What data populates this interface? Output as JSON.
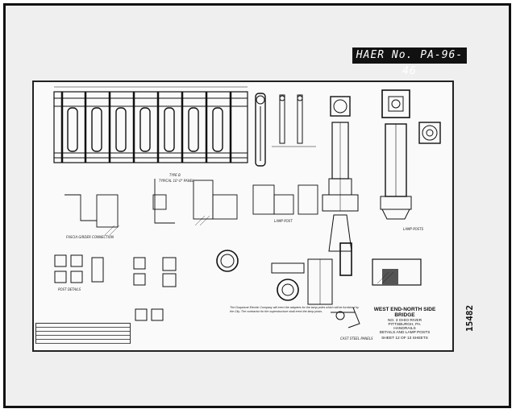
{
  "haer": {
    "label": "HAER No. PA-96-46"
  },
  "sheet": {
    "number": "15482"
  },
  "title_block": {
    "title": "WEST END-NORTH SIDE BRIDGE",
    "line1": "NO. 3 OHIO RIVER",
    "line2": "PITTSBURGH, PA.",
    "line3": "HANDRAILS",
    "line4": "DETAILS AND LAMP POSTS",
    "sheet_of": "SHEET 12 OF 13 SHEETS"
  },
  "labels": {
    "typical_panel": "TYPICAL 10'-0\" PANEL",
    "type_b": "TYPE B",
    "fascia_girder_connection": "FASCIA GIRDER CONNECTION",
    "lamp_post_details": "LAMP POST",
    "post_details": "POST DETAILS",
    "cast_steel_panels": "CAST STEEL PANELS",
    "lamp_posts": "LAMP POSTS"
  },
  "notes": {
    "text": "The Duquesne Electric Company will erect the adapters for the lamp poles which will be furnished by the City. The contractor for the superstructure shall erect the lamp posts."
  },
  "colors": {
    "ink": "#111111",
    "paper": "#fafafa",
    "frame": "#efefef"
  }
}
